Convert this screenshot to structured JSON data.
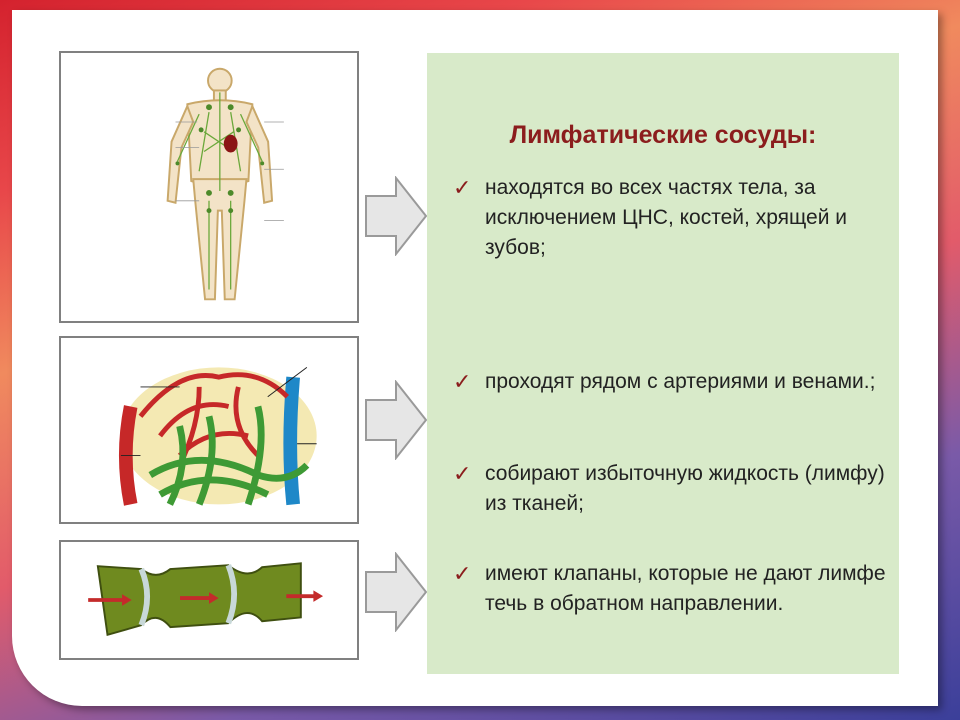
{
  "panel": {
    "title": "Лимфатические сосуды:",
    "bullets": [
      {
        "icon": "checkmark-icon",
        "text": "находятся во всех частях тела, за исключением ЦНС, костей, хрящей и зубов;"
      },
      {
        "icon": "checkmark-icon",
        "text": "проходят рядом с артериями и венами.;"
      },
      {
        "icon": "checkmark-icon",
        "text": "собирают избыточную жидкость (лимфу) из тканей;"
      },
      {
        "icon": "checkmark-icon",
        "text": "имеют клапаны, которые не дают лимфе течь в обратном направлении."
      }
    ],
    "check_glyph": "✓"
  },
  "colors": {
    "title": "#8b1d1d",
    "panel_bg": "#d8eac9",
    "arrow_fill": "#e6e6e6",
    "lymph_green": "#6aa83a",
    "artery_red": "#c62828",
    "vein_blue": "#1e88c8"
  }
}
